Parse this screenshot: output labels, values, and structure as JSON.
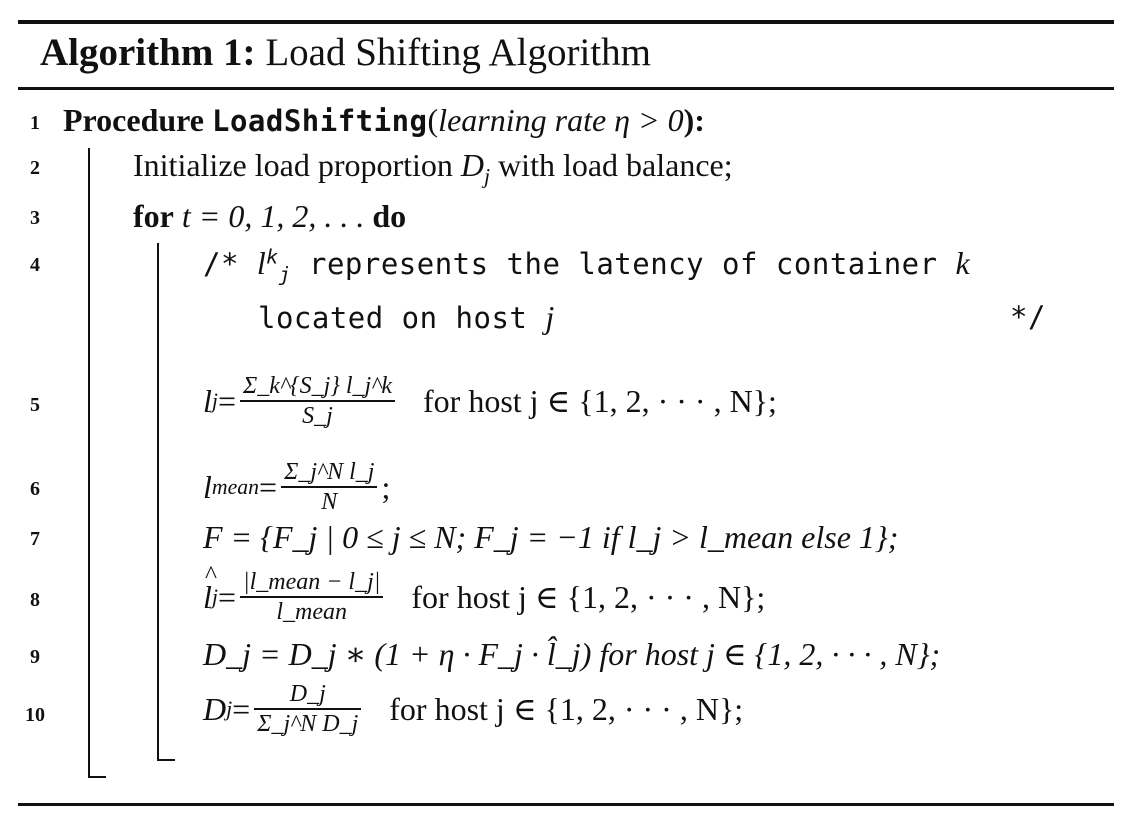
{
  "algorithm": {
    "title_label": "Algorithm 1:",
    "title_text": "Load Shifting Algorithm"
  },
  "line_numbers": [
    "1",
    "2",
    "3",
    "4",
    "5",
    "6",
    "7",
    "8",
    "9",
    "10"
  ],
  "lines": {
    "l1": {
      "keyword": "Procedure",
      "name": "LoadShifting",
      "paren_open": "(",
      "arg": "learning rate η > 0",
      "paren_close": "):"
    },
    "l2": {
      "text_a": "Initialize load proportion ",
      "var": "D",
      "sub": "j",
      "text_b": " with load balance;"
    },
    "l3": {
      "kw_for": "for",
      "expr": " t = 0, 1, 2, . . . ",
      "kw_do": "do"
    },
    "l4": {
      "comment_a": "/* ",
      "var": "l",
      "sup": "k",
      "sub": "j",
      "comment_b": " represents the latency of container ",
      "var_k": "k",
      "comment_c": "located on host ",
      "var_j": "j",
      "comment_end": "*/"
    },
    "l5": {
      "lhs": "l",
      "lhs_sub": "j",
      "eq": " = ",
      "num": "Σ_k^{S_j} l_j^k",
      "den": "S_j",
      "tail": "for host j ∈ {1, 2, · · · , N};"
    },
    "l6": {
      "lhs": "l",
      "lhs_sub": "mean",
      "eq": " = ",
      "num": "Σ_j^N l_j",
      "den": "N",
      "tail": ";"
    },
    "l7": {
      "text": "F = {F_j | 0 ≤ j ≤ N;  F_j = −1 if l_j > l_mean else 1};"
    },
    "l8": {
      "lhs": "l",
      "lhs_sub": "j",
      "eq": " = ",
      "num": "|l_mean − l_j|",
      "den": "l_mean",
      "tail": "for host j ∈ {1, 2, · · · , N};"
    },
    "l9": {
      "text": "D_j = D_j ∗ (1 + η · F_j · l̂_j)   for host j ∈ {1, 2, · · · , N};"
    },
    "l10": {
      "lhs": "D",
      "lhs_sub": "j",
      "eq": " = ",
      "num": "D_j",
      "den": "Σ_j^N D_j",
      "tail": "for host j ∈ {1, 2, · · · , N};"
    }
  }
}
